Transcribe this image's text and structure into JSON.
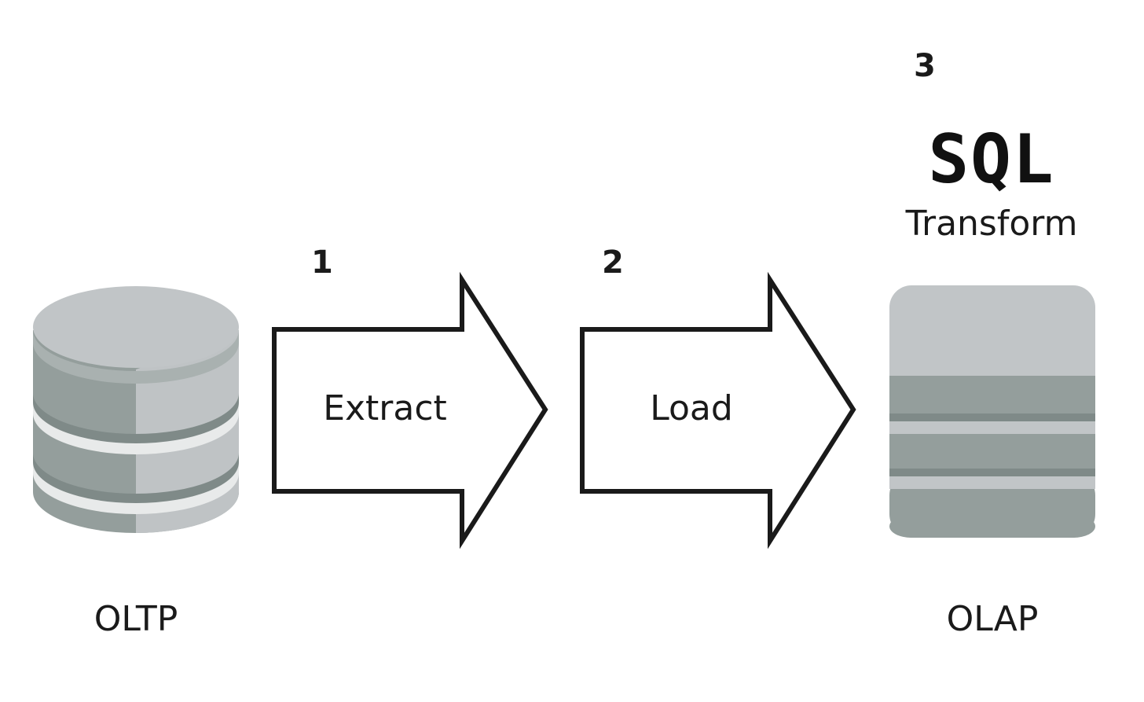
{
  "source": {
    "label": "OLTP",
    "icon": "database-cylinder-icon"
  },
  "steps": [
    {
      "number": "1",
      "label": "Extract",
      "icon": "arrow-right-icon"
    },
    {
      "number": "2",
      "label": "Load",
      "icon": "arrow-right-icon"
    },
    {
      "number": "3",
      "label": "Transform",
      "logo": "SQL"
    }
  ],
  "target": {
    "label": "OLAP",
    "icon": "database-stack-icon"
  },
  "colors": {
    "cylinder_top": "#c1c5c7",
    "cylinder_side_dark": "#949e9c",
    "cylinder_side_light": "#bfc3c5",
    "cylinder_rim_shadow": "#7f8a88",
    "cylinder_stripe": "#e8eaea",
    "arrow_stroke": "#1a1a1a",
    "text": "#1a1a1a"
  }
}
